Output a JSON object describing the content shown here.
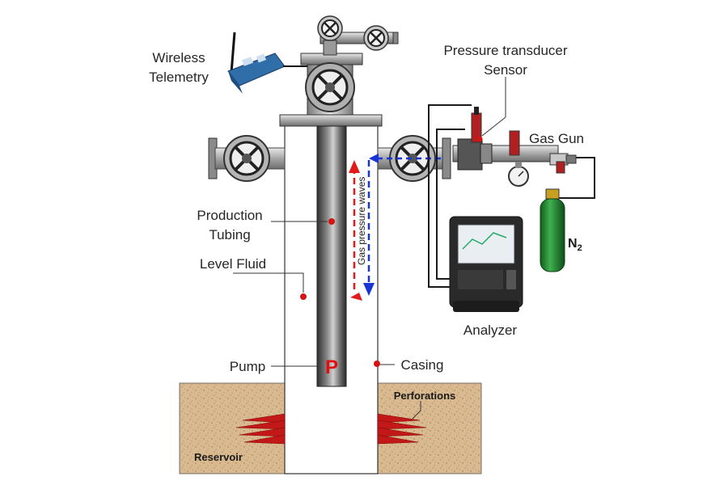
{
  "labels": {
    "wireless_telemetry": [
      "Wireless",
      "Telemetry"
    ],
    "pressure_transducer": [
      "Pressure transducer",
      "Sensor"
    ],
    "gas_gun": "Gas Gun",
    "production_tubing": [
      "Production",
      "Tubing"
    ],
    "level_fluid": "Level Fluid",
    "gas_pressure_waves": "Gas pressure waves",
    "nitrogen": "N",
    "nitrogen_subscript": "2",
    "analyzer": "Analyzer",
    "pump": "Pump",
    "pump_marker": "P",
    "casing": "Casing",
    "perforations": "Perforations",
    "reservoir": "Reservoir"
  },
  "colors": {
    "soil": "#d8b88e",
    "tubing_dark": "#3a3a3a",
    "tubing_light": "#b8b8b8",
    "valve_metal": "#9a9a9a",
    "perforation_red": "#c21818",
    "pump_marker": "#e01010",
    "wave_down_blue": "#1a35d6",
    "wave_up_red": "#e21a1a",
    "cylinder_green": "#1f8a2e",
    "marker_dot": "#d41414"
  },
  "icons": [
    "antenna-icon",
    "telemetry-device-icon",
    "valve-wheel-icon",
    "pressure-gauge-icon",
    "laptop-icon",
    "gas-cylinder-icon"
  ]
}
